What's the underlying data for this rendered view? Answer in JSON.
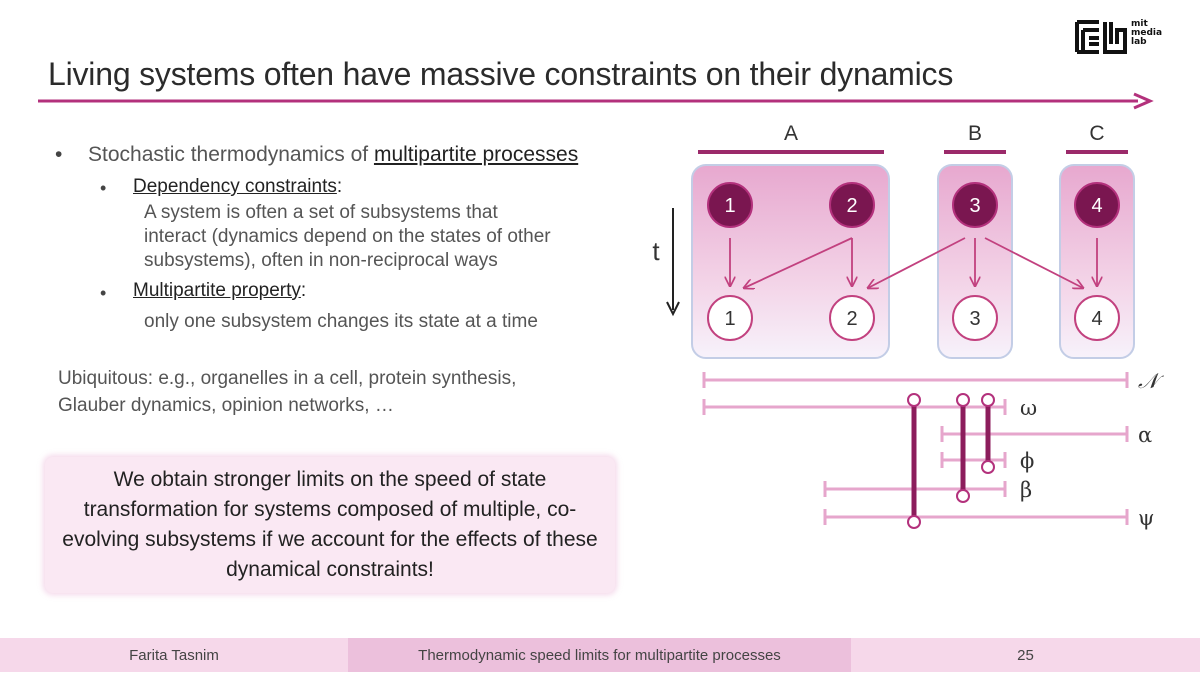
{
  "slide": {
    "title": "Living systems often have massive constraints on their dynamics"
  },
  "logo": {
    "line1": "mit",
    "line2": "media",
    "line3": "lab"
  },
  "bullets": {
    "level1_prefix": "Stochastic thermodynamics of ",
    "level1_link": "multipartite processes",
    "dependency_label": "Dependency constraints",
    "dependency_colon": ":",
    "dependency_desc_1": "A system is often a set of subsystems that",
    "dependency_desc_2": "interact (dynamics depend on the states of other",
    "dependency_desc_3": "subsystems), often in non-reciprocal ways",
    "multipartite_label": "Multipartite property",
    "multipartite_colon": ":",
    "multipartite_desc": "only one subsystem changes its state at a time",
    "bullet_glyph": "•"
  },
  "ubiquitous": {
    "line1": "Ubiquitous: e.g., organelles in a cell, protein synthesis,",
    "line2": "Glauber dynamics, opinion networks, …"
  },
  "callout": {
    "text": "We obtain stronger limits on the speed of state transformation for systems composed of multiple, co-evolving subsystems if we account for the effects of these dynamical constraints!"
  },
  "diagram": {
    "groups": [
      "A",
      "B",
      "C"
    ],
    "time_label": "t",
    "top_nodes": [
      "1",
      "2",
      "3",
      "4"
    ],
    "bottom_nodes": [
      "1",
      "2",
      "3",
      "4"
    ],
    "set_labels": [
      "𝒩",
      "ω",
      "α",
      "ϕ",
      "β",
      "ψ"
    ],
    "colors": {
      "node_fill": "#7a1650",
      "accent": "#b3317c",
      "light": "#e6a6cc"
    }
  },
  "footer": {
    "author": "Farita Tasnim",
    "talk_title": "Thermodynamic speed limits for multipartite processes",
    "page_number": "25"
  }
}
